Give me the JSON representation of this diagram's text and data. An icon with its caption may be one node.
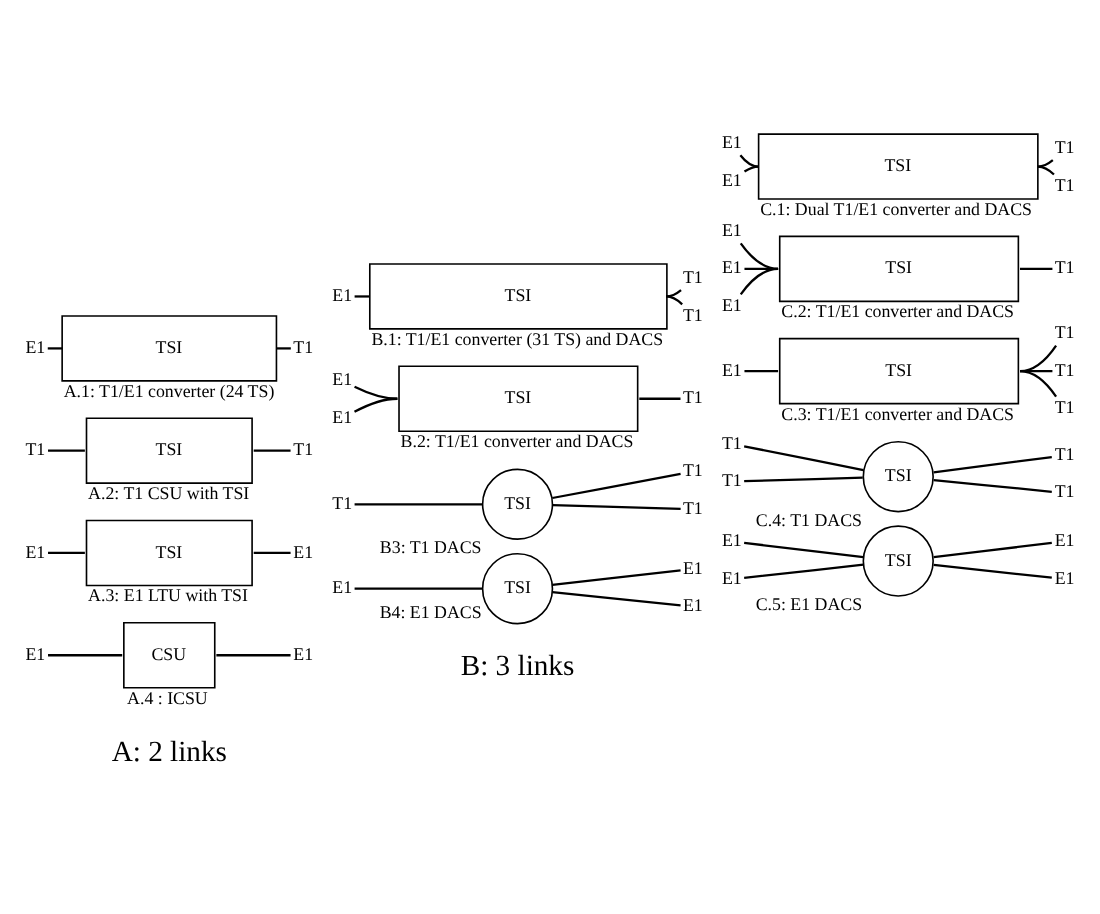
{
  "diagram": {
    "nodes": [
      {
        "text": [
          "E1"
        ]
      },
      {
        "text": [
          "TSI"
        ],
        "beside": [
          "A.1: T1/E1 converter (24 TS)"
        ]
      },
      {
        "text": [
          "T1"
        ]
      },
      {
        "text": [
          "T1"
        ]
      },
      {
        "text": [
          "TSI"
        ],
        "beside": [
          "A.2: T1 CSU with TSI"
        ]
      },
      {
        "text": [
          "T1"
        ]
      },
      {
        "text": [
          "E1"
        ]
      },
      {
        "text": [
          "TSI"
        ],
        "beside": [
          "A.3: E1 LTU with TSI"
        ]
      },
      {
        "text": [
          "E1"
        ]
      },
      {
        "text": [
          "E1"
        ]
      },
      {
        "text": [
          "CSU"
        ],
        "beside": [
          "A.4 : ICSU"
        ]
      },
      {
        "text": [
          "E1"
        ]
      },
      {
        "text": [
          "E1"
        ]
      },
      {
        "text": [
          "TSI"
        ],
        "beside": [
          "B.1: T1/E1 converter (31 TS) and DACS"
        ]
      },
      {
        "text": [
          "T1"
        ]
      },
      {
        "text": [
          "T1"
        ]
      },
      {
        "text": [
          "E1"
        ]
      },
      {
        "text": [
          "E1"
        ]
      },
      {
        "text": [
          "TSI"
        ],
        "beside": [
          "B.2: T1/E1 converter and DACS"
        ]
      },
      {
        "text": [
          "T1"
        ]
      },
      {
        "text": [
          "T1"
        ]
      },
      {
        "text": [
          "T1"
        ]
      },
      {
        "text": [
          "TSI"
        ],
        "beside": [
          "B3: T1 DACS"
        ]
      },
      {
        "text": [
          "T1"
        ]
      },
      {
        "text": [
          "E1"
        ]
      },
      {
        "text": [
          "E1"
        ]
      },
      {
        "text": [
          "TSI"
        ],
        "beside": [
          "B4: E1 DACS"
        ]
      },
      {
        "text": [
          "E1"
        ]
      },
      {
        "text": [
          "E1"
        ]
      },
      {
        "text": [
          "E1"
        ]
      },
      {
        "text": [
          "TSI"
        ],
        "beside": [
          "C.1: Dual T1/E1 converter and DACS"
        ]
      },
      {
        "text": [
          "T1"
        ]
      },
      {
        "text": [
          "T1"
        ]
      },
      {
        "text": [
          "E1"
        ]
      },
      {
        "text": [
          "E1"
        ]
      },
      {
        "text": [
          "E1"
        ]
      },
      {
        "text": [
          "TSI"
        ],
        "beside": [
          "C.2: T1/E1 converter and DACS"
        ]
      },
      {
        "text": [
          "T1"
        ]
      },
      {
        "text": [
          "E1"
        ]
      },
      {
        "text": [
          "TSI"
        ],
        "beside": [
          "C.3: T1/E1 converter and DACS"
        ]
      },
      {
        "text": [
          "T1"
        ]
      },
      {
        "text": [
          "T1"
        ]
      },
      {
        "text": [
          "T1"
        ]
      },
      {
        "text": [
          "T1"
        ]
      },
      {
        "text": [
          "T1"
        ]
      },
      {
        "text": [
          "TSI"
        ],
        "beside": [
          "C.4: T1 DACS"
        ]
      },
      {
        "text": [
          "T1"
        ]
      },
      {
        "text": [
          "T1"
        ]
      },
      {
        "text": [
          "E1"
        ]
      },
      {
        "text": [
          "E1"
        ]
      },
      {
        "text": [
          "TSI"
        ],
        "beside": [
          "C.5: E1 DACS"
        ]
      },
      {
        "text": [
          "E1"
        ]
      },
      {
        "text": [
          "E1"
        ]
      }
    ],
    "edges": [
      {
        "from": 0,
        "to": 1,
        "arrow": "none"
      },
      {
        "from": 1,
        "to": 2,
        "arrow": "none"
      },
      {
        "from": 3,
        "to": 4,
        "arrow": "none"
      },
      {
        "from": 4,
        "to": 5,
        "arrow": "none"
      },
      {
        "from": 6,
        "to": 7,
        "arrow": "none"
      },
      {
        "from": 7,
        "to": 8,
        "arrow": "none"
      },
      {
        "from": 9,
        "to": 10,
        "arrow": "none"
      },
      {
        "from": 10,
        "to": 11,
        "arrow": "none"
      },
      {
        "from": 12,
        "to": 13,
        "arrow": "none"
      },
      {
        "from": 13,
        "to": 14,
        "arrow": "none"
      },
      {
        "from": 13,
        "to": 15,
        "arrow": "none"
      },
      {
        "from": 16,
        "to": 18,
        "arrow": "none"
      },
      {
        "from": 17,
        "to": 18,
        "arrow": "none"
      },
      {
        "from": 18,
        "to": 19,
        "arrow": "none"
      },
      {
        "from": 20,
        "to": 22,
        "arrow": "none"
      },
      {
        "from": 22,
        "to": 21,
        "arrow": "none"
      },
      {
        "from": 22,
        "to": 23,
        "arrow": "none"
      },
      {
        "from": 24,
        "to": 26,
        "arrow": "none"
      },
      {
        "from": 26,
        "to": 25,
        "arrow": "none"
      },
      {
        "from": 26,
        "to": 27,
        "arrow": "none"
      },
      {
        "from": 28,
        "to": 30,
        "arrow": "none"
      },
      {
        "from": 29,
        "to": 30,
        "arrow": "none"
      },
      {
        "from": 30,
        "to": 31,
        "arrow": "none"
      },
      {
        "from": 30,
        "to": 32,
        "arrow": "none"
      },
      {
        "from": 33,
        "to": 36,
        "arrow": "none"
      },
      {
        "from": 34,
        "to": 36,
        "arrow": "none"
      },
      {
        "from": 35,
        "to": 36,
        "arrow": "none"
      },
      {
        "from": 36,
        "to": 37,
        "arrow": "none"
      },
      {
        "from": 38,
        "to": 39,
        "arrow": "none"
      },
      {
        "from": 39,
        "to": 40,
        "arrow": "none"
      },
      {
        "from": 39,
        "to": 41,
        "arrow": "none"
      },
      {
        "from": 39,
        "to": 42,
        "arrow": "none"
      },
      {
        "from": 43,
        "to": 45,
        "arrow": "none"
      },
      {
        "from": 44,
        "to": 45,
        "arrow": "none"
      },
      {
        "from": 45,
        "to": 46,
        "arrow": "none"
      },
      {
        "from": 45,
        "to": 47,
        "arrow": "none"
      },
      {
        "from": 48,
        "to": 50,
        "arrow": "none"
      },
      {
        "from": 49,
        "to": 50,
        "arrow": "none"
      },
      {
        "from": 50,
        "to": 51,
        "arrow": "none"
      },
      {
        "from": 50,
        "to": 52,
        "arrow": "none"
      }
    ],
    "labels": [
      "A: 2 links",
      "B: 3 links"
    ]
  }
}
